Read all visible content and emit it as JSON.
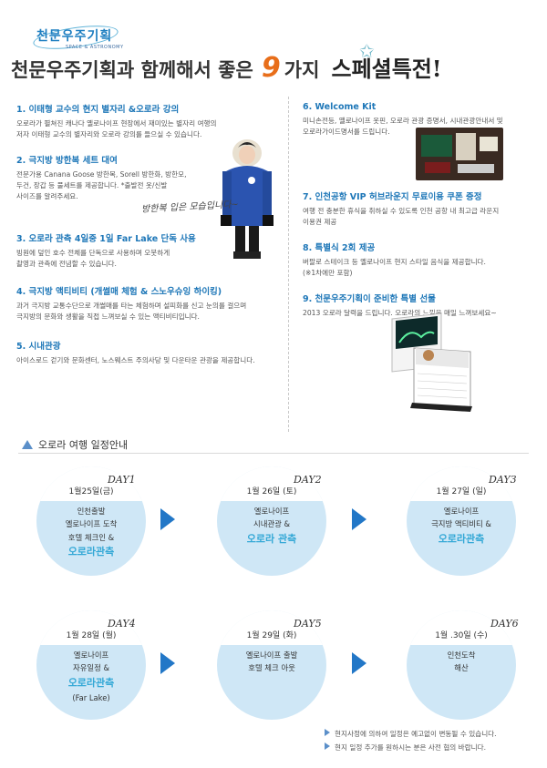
{
  "logo": {
    "name": "천문우주기획",
    "sub": "SPACE & ASTRONOMY"
  },
  "headline": {
    "part1": "천문우주기획과 함께해서 좋은",
    "number": "9",
    "part2": "가지",
    "special": "스페셜특전!"
  },
  "items_left": [
    {
      "title": "1. 이태형 교수의 현지 별자리 &오로라 강의",
      "desc": [
        "오로라가 펼쳐진 캐나다 옐로나이프 현장에서 재미있는 별자리 여행의",
        "저자 이태형 교수의 별자리와 오로라 강의를 들으실 수 있습니다."
      ]
    },
    {
      "title": "2. 극지방 방한복 세트 대여",
      "desc": [
        "전문가용 Canana Goose 방한복, Sorell 방한화, 방한모,",
        "두건, 장갑 등 풀세트를 제공합니다. *출발전 옷/신발",
        "사이즈를 알려주세요."
      ]
    },
    {
      "title": "3. 오로라 관측 4일중 1일 Far Lake 단독 사용",
      "desc": [
        "빙원에 덮인 호수 전체를 단독으로 사용하며 오붓하게",
        "촬영과 관측에 전념할 수 있습니다."
      ]
    },
    {
      "title": "4. 극지방 액티비티 (개썰매 체험 & 스노우슈잉 하이킹)",
      "desc": [
        "과거 극지방 교통수단으로 개썰매를 타는 체험하며 설피화를 신고 눈의를 걸으며",
        "극지방의 문화와 생활을 직접 느껴보실 수 있는 액티비티입니다."
      ]
    },
    {
      "title": "5. 시내관광",
      "desc": [
        "아이스로드 걷기와 문화센터, 노스웨스트 주의사당 및 다운타운 관광을 제공합니다."
      ]
    }
  ],
  "items_right": [
    {
      "title": "6. Welcome Kit",
      "desc": [
        "미니손전등, 옐로나이프 옷핀, 오로라 관광 증명서, 시내관광안내서 및",
        "오로라가이드명서를 드립니다."
      ]
    },
    {
      "title": "7. 인천공항 VIP 허브라운지 무료이용 쿠폰 증정",
      "desc": [
        "여행 전 충분한 휴식을 취하실 수 있도록 인천 공항 내 최고급 라운지",
        "이용권 제공"
      ]
    },
    {
      "title": "8. 특별식 2회 제공",
      "desc": [
        "버팔로 스테이크 등 옐로나이프 현지 스타일 음식을 제공합니다.",
        "(※1차에만 포함)"
      ]
    },
    {
      "title": "9. 천문우주기획이 준비한 특별 선물",
      "desc": [
        "2013 오로라 달력을 드립니다. 오로라의 느낌을 매일 느껴보세요~"
      ]
    }
  ],
  "handwritten_note": "방한복 입은 모습입니다~",
  "schedule": {
    "title": "오로라 여행 일정안내",
    "days": [
      {
        "date": "1월25일(금)",
        "day": "DAY1",
        "lines": [
          "인천출발",
          "옐로나이프 도착",
          "호텔 체크인 &"
        ],
        "highlight": "오로라관측",
        "after": ""
      },
      {
        "date": "1월 26일 (토)",
        "day": "DAY2",
        "lines": [
          "옐로나이프",
          "시내관광 &"
        ],
        "highlight": "오로라 관측",
        "after": ""
      },
      {
        "date": "1월 27일 (일)",
        "day": "DAY3",
        "lines": [
          "옐로나이프",
          "극지방 액티비티 &"
        ],
        "highlight": "오로라관측",
        "after": ""
      },
      {
        "date": "1월 28일 (월)",
        "day": "DAY4",
        "lines": [
          "옐로나이프",
          "자유일정 &"
        ],
        "highlight": "오로라관측",
        "after": "(Far Lake)"
      },
      {
        "date": "1월 29일 (화)",
        "day": "DAY5",
        "lines": [
          "옐로나이프 출발",
          "호텔 체크 아웃"
        ],
        "highlight": "",
        "after": ""
      },
      {
        "date": "1월 .30일 (수)",
        "day": "DAY6",
        "lines": [
          "인천도착",
          "해산"
        ],
        "highlight": "",
        "after": ""
      }
    ],
    "footnotes": [
      "현지사정에 의하여 일정은 예고없이 변동될 수 있습니다.",
      "현지 일정 추가를 원하시는 분은 사전 협의 바랍니다."
    ]
  },
  "colors": {
    "accent_blue": "#1e77b8",
    "orange": "#e86e1a",
    "circle_bg": "#cfe7f6",
    "arrow": "#2277c7",
    "highlight": "#34a8d6"
  }
}
